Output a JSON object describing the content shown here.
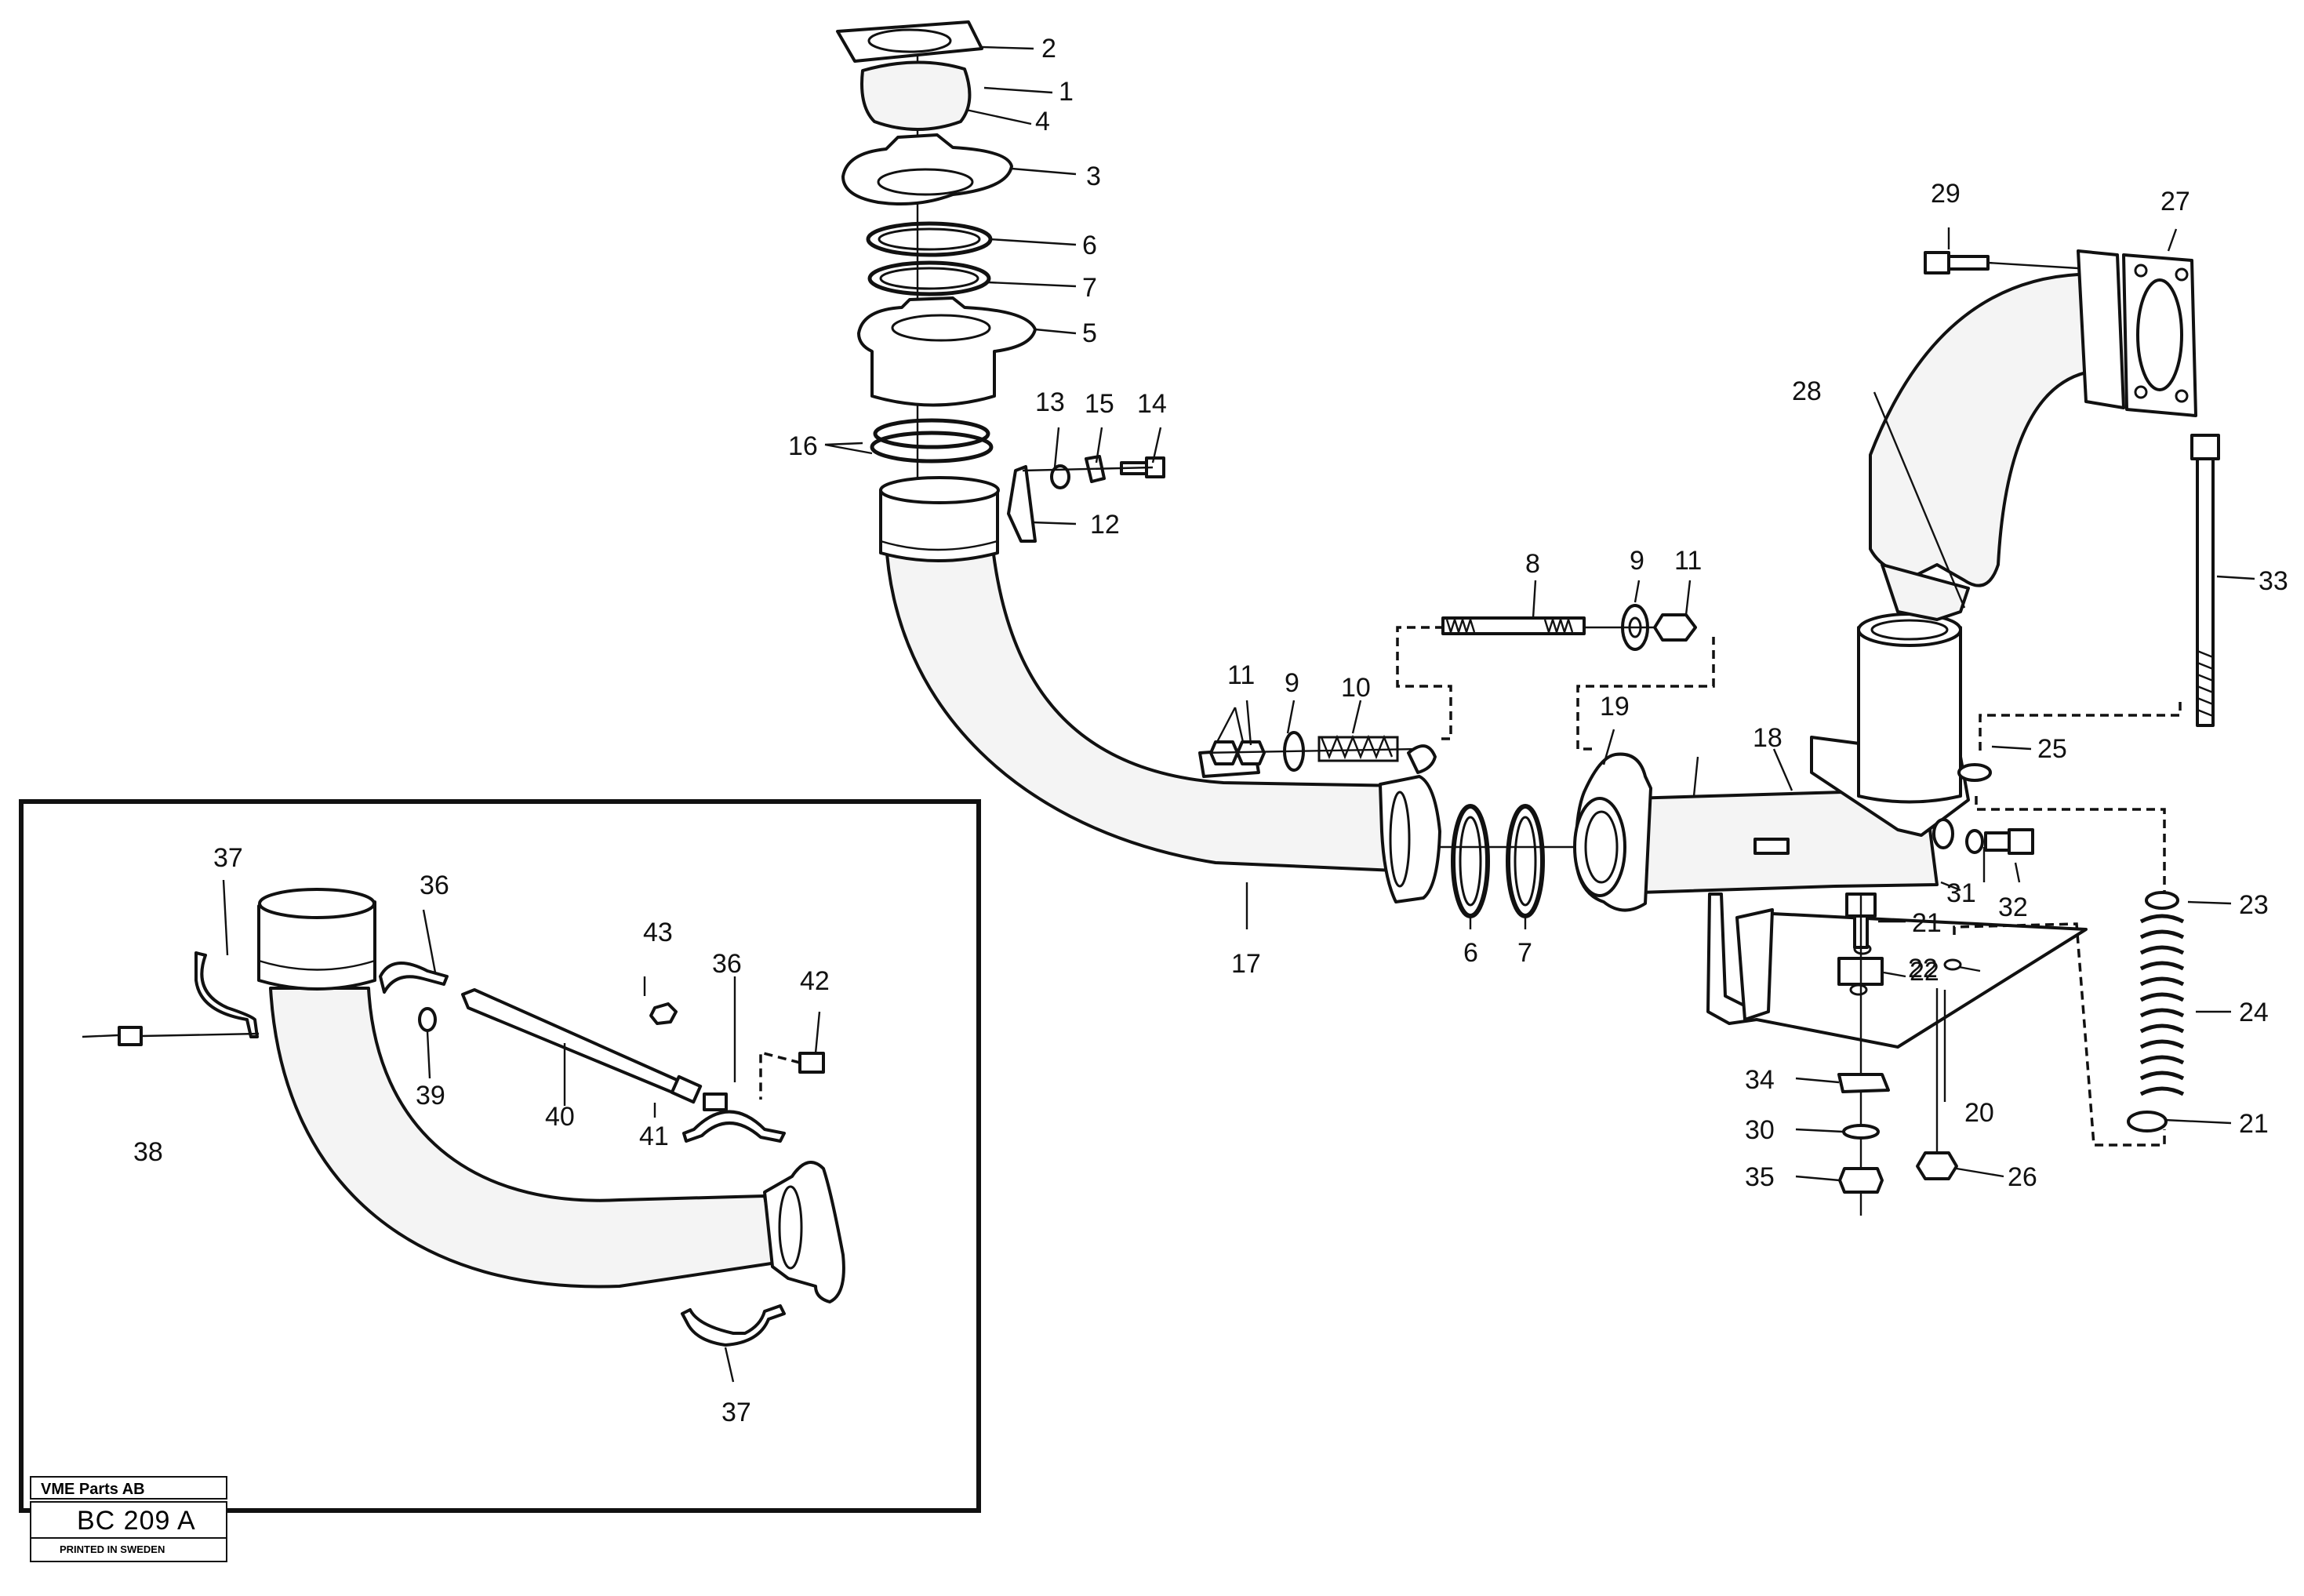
{
  "labels": [
    "1",
    "2",
    "3",
    "4",
    "5",
    "6",
    "7",
    "8",
    "9",
    "10",
    "11",
    "12",
    "13",
    "14",
    "15",
    "16",
    "17",
    "18",
    "19",
    "20",
    "21",
    "22",
    "23",
    "24",
    "25",
    "26",
    "27",
    "28",
    "29",
    "30",
    "31",
    "32",
    "33",
    "34",
    "35",
    "36",
    "37",
    "38",
    "39",
    "40",
    "41",
    "42",
    "43"
  ],
  "stamp": {
    "company": "VME Parts AB",
    "code": "BC 209 A",
    "printed": "PRINTED IN SWEDEN"
  },
  "colors": {
    "ink": "#111111",
    "paper": "#ffffff",
    "part_fill": "#f4f4f4"
  }
}
